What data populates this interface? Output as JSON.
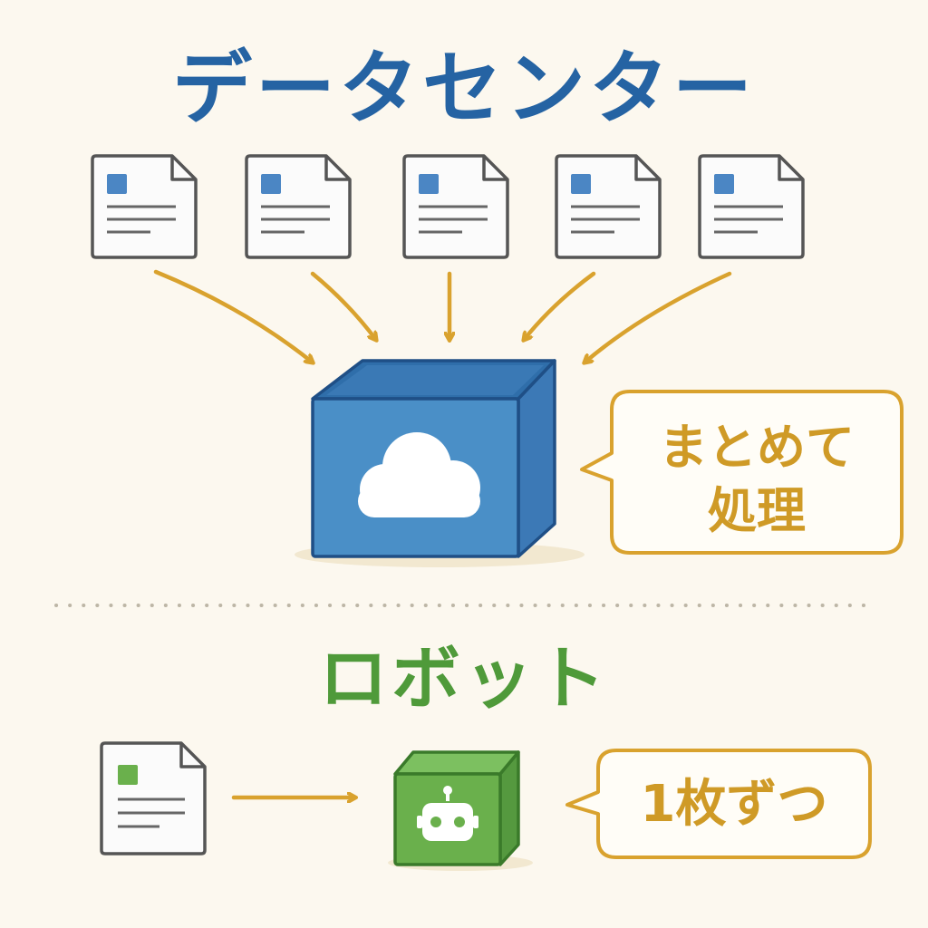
{
  "colors": {
    "background": "#fcf8ef",
    "datacenter_blue": "#2563a3",
    "box_blue": "#4a8fc7",
    "robot_green": "#5fa447",
    "title_green": "#4f9a3a",
    "arrow_gold": "#d9a22e",
    "bubble_gold": "#d9a22e",
    "text_gold": "#cf9a26",
    "doc_outline": "#555555",
    "doc_icon_blue": "#4b86c4",
    "doc_icon_green": "#6ab04c"
  },
  "datacenter": {
    "title": "データセンター",
    "bubble_line1": "まとめて",
    "bubble_line2": "処理",
    "icon": "cloud-icon",
    "document_count": 5
  },
  "robot": {
    "title": "ロボット",
    "bubble_text": "1枚ずつ",
    "icon": "robot-icon"
  }
}
